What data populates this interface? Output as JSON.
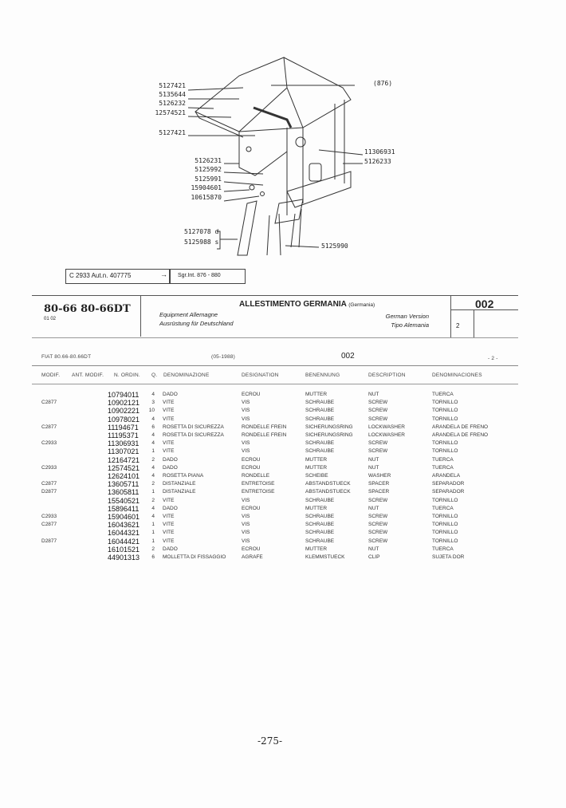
{
  "diagram": {
    "callouts_left": [
      "5127421",
      "5135644",
      "5126232",
      "12574521",
      "5127421"
    ],
    "callouts_mid": [
      "5126231",
      "5125992",
      "5125991",
      "15904601",
      "10615870"
    ],
    "callouts_bottom": [
      {
        "part": "5127078",
        "side": "d"
      },
      {
        "part": "5125988",
        "side": "s"
      }
    ],
    "callout_876": "(876)",
    "callouts_right": [
      "11306931",
      "5126233"
    ],
    "callout_5125990": "5125990",
    "note_box": {
      "left": "C 2933  Aut.n. 407775",
      "arrow": "→",
      "right": "Sgr.Int. 876 - 880"
    }
  },
  "header": {
    "model": "80-66 80-66DT",
    "model_sub": "01 02",
    "title": "ALLESTIMENTO GERMANIA",
    "title_paren": "(Germania)",
    "fr": "Equipment Allemagne",
    "de": "Ausrüstung für Deutschland",
    "en": "German Version",
    "es": "Tipo Alemania",
    "group": "002",
    "sheet": "2"
  },
  "subheader": {
    "model": "FIAT 80.66-80.66DT",
    "date": "(05-1988)",
    "group": "002",
    "page": "- 2 -"
  },
  "columns": [
    "MODIF.",
    "ANT. MODIF.",
    "N. ORDIN.",
    "Q.",
    "DENOMINAZIONE",
    "DESIGNATION",
    "BENENNUNG",
    "DESCRIPTION",
    "DENOMINACIONES"
  ],
  "rows": [
    {
      "modif": "",
      "part": "10794011",
      "q": "4",
      "it": "DADO",
      "fr": "ECROU",
      "de": "MUTTER",
      "en": "NUT",
      "es": "TUERCA"
    },
    {
      "modif": "C2877",
      "part": "10902121",
      "q": "3",
      "it": "VITE",
      "fr": "VIS",
      "de": "SCHRAUBE",
      "en": "SCREW",
      "es": "TORNILLO"
    },
    {
      "modif": "",
      "part": "10902221",
      "q": "10",
      "it": "VITE",
      "fr": "VIS",
      "de": "SCHRAUBE",
      "en": "SCREW",
      "es": "TORNILLO"
    },
    {
      "modif": "",
      "part": "10978021",
      "q": "4",
      "it": "VITE",
      "fr": "VIS",
      "de": "SCHRAUBE",
      "en": "SCREW",
      "es": "TORNILLO"
    },
    {
      "modif": "C2877",
      "part": "11194671",
      "q": "6",
      "it": "ROSETTA DI SICUREZZA",
      "fr": "RONDELLE FREIN",
      "de": "SICHERUNGSRING",
      "en": "LOCKWASHER",
      "es": "ARANDELA DE FRENO"
    },
    {
      "modif": "",
      "part": "11195371",
      "q": "4",
      "it": "ROSETTA DI SICUREZZA",
      "fr": "RONDELLE FREIN",
      "de": "SICHERUNGSRING",
      "en": "LOCKWASHER",
      "es": "ARANDELA DE FRENO"
    },
    {
      "modif": "C2933",
      "part": "11306931",
      "q": "4",
      "it": "VITE",
      "fr": "VIS",
      "de": "SCHRAUBE",
      "en": "SCREW",
      "es": "TORNILLO"
    },
    {
      "modif": "",
      "part": "11307021",
      "q": "1",
      "it": "VITE",
      "fr": "VIS",
      "de": "SCHRAUBE",
      "en": "SCREW",
      "es": "TORNILLO"
    },
    {
      "modif": "",
      "part": "12164721",
      "q": "2",
      "it": "DADO",
      "fr": "ECROU",
      "de": "MUTTER",
      "en": "NUT",
      "es": "TUERCA"
    },
    {
      "modif": "C2933",
      "part": "12574521",
      "q": "4",
      "it": "DADO",
      "fr": "ECROU",
      "de": "MUTTER",
      "en": "NUT",
      "es": "TUERCA"
    },
    {
      "modif": "",
      "part": "12624101",
      "q": "4",
      "it": "ROSETTA PIANA",
      "fr": "RONDELLE",
      "de": "SCHEIBE",
      "en": "WASHER",
      "es": "ARANDELA"
    },
    {
      "modif": "C2877",
      "part": "13605711",
      "q": "2",
      "it": "DISTANZIALE",
      "fr": "ENTRETOISE",
      "de": "ABSTANDSTUECK",
      "en": "SPACER",
      "es": "SEPARADOR"
    },
    {
      "modif": "D2877",
      "part": "13605811",
      "q": "1",
      "it": "DISTANZIALE",
      "fr": "ENTRETOISE",
      "de": "ABSTANDSTUECK",
      "en": "SPACER",
      "es": "SEPARADOR"
    },
    {
      "modif": "",
      "part": "15540521",
      "q": "2",
      "it": "VITE",
      "fr": "VIS",
      "de": "SCHRAUBE",
      "en": "SCREW",
      "es": "TORNILLO"
    },
    {
      "modif": "",
      "part": "15896411",
      "q": "4",
      "it": "DADO",
      "fr": "ECROU",
      "de": "MUTTER",
      "en": "NUT",
      "es": "TUERCA"
    },
    {
      "modif": "C2933",
      "part": "15904601",
      "q": "4",
      "it": "VITE",
      "fr": "VIS",
      "de": "SCHRAUBE",
      "en": "SCREW",
      "es": "TORNILLO"
    },
    {
      "modif": "C2877",
      "part": "16043621",
      "q": "1",
      "it": "VITE",
      "fr": "VIS",
      "de": "SCHRAUBE",
      "en": "SCREW",
      "es": "TORNILLO"
    },
    {
      "modif": "",
      "part": "16044321",
      "q": "1",
      "it": "VITE",
      "fr": "VIS",
      "de": "SCHRAUBE",
      "en": "SCREW",
      "es": "TORNILLO"
    },
    {
      "modif": "D2877",
      "part": "16044421",
      "q": "1",
      "it": "VITE",
      "fr": "VIS",
      "de": "SCHRAUBE",
      "en": "SCREW",
      "es": "TORNILLO"
    },
    {
      "modif": "",
      "part": "16101521",
      "q": "2",
      "it": "DADO",
      "fr": "ECROU",
      "de": "MUTTER",
      "en": "NUT",
      "es": "TUERCA"
    },
    {
      "modif": "",
      "part": "44901313",
      "q": "6",
      "it": "MOLLETTA DI FISSAGGIO",
      "fr": "AGRAFE",
      "de": "KLEMMSTUECK",
      "en": "CLIP",
      "es": "SUJETA DOR"
    }
  ],
  "footer": {
    "page_number": "-275-"
  }
}
